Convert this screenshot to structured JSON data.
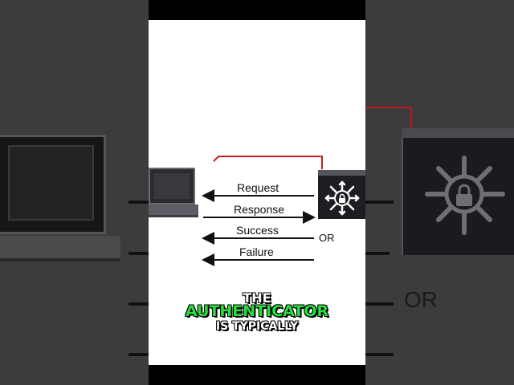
{
  "diagram": {
    "messages": [
      {
        "label": "Request",
        "direction": "left"
      },
      {
        "label": "Response",
        "direction": "right"
      },
      {
        "label": "Success",
        "direction": "left"
      },
      {
        "label": "Failure",
        "direction": "left"
      }
    ],
    "or_label": "OR"
  },
  "caption": {
    "line1": "THE",
    "line2": "AUTHENTICATOR",
    "line3": "IS TYPICALLY"
  },
  "background": {
    "or_label": "OR"
  },
  "colors": {
    "caption_highlight": "#27e03a",
    "red_link": "#c41e1e"
  }
}
